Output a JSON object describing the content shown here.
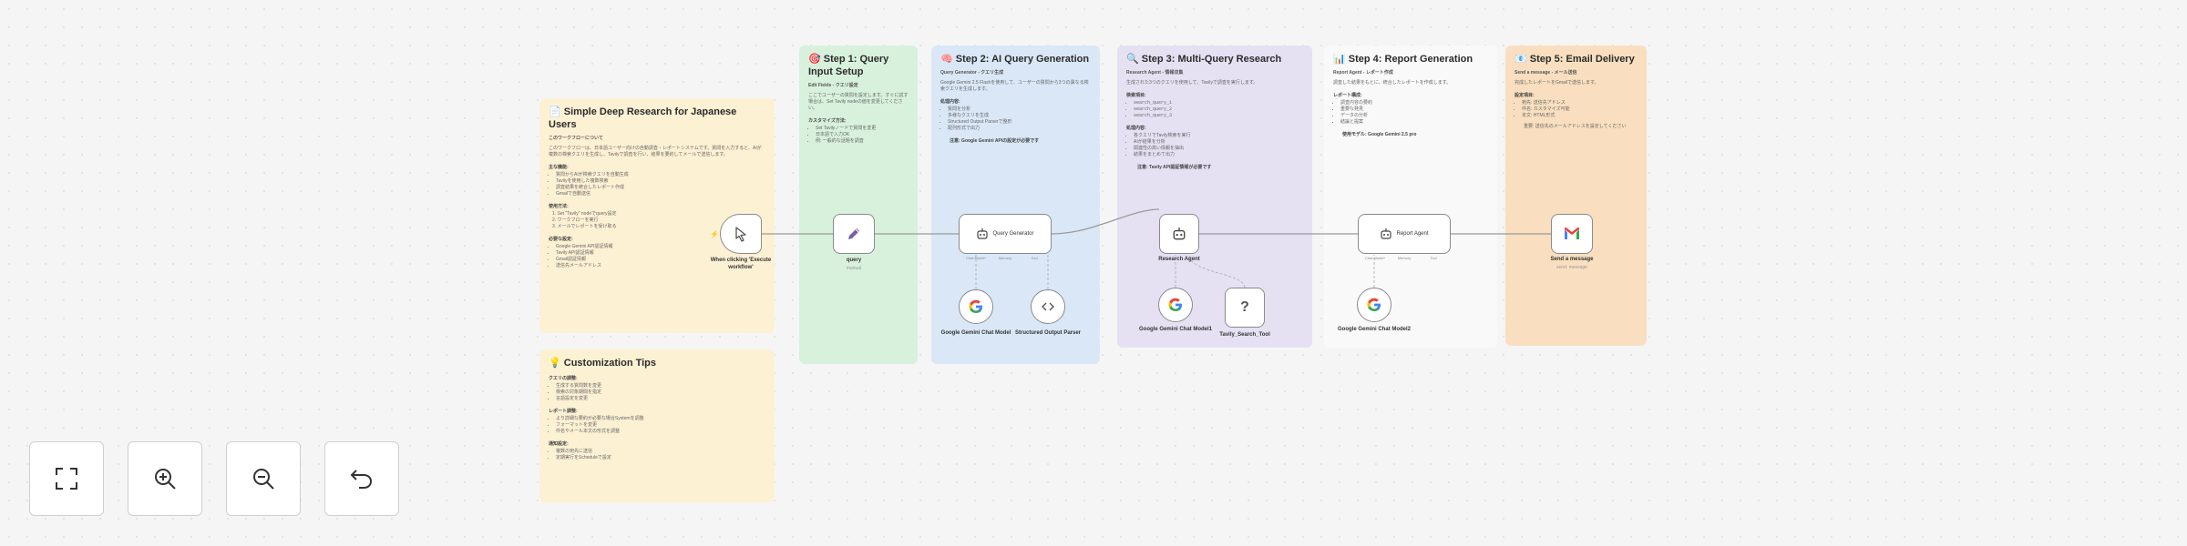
{
  "sticky_notes": {
    "main": {
      "emoji": "📄",
      "title": "Simple Deep Research for Japanese Users",
      "sub": "このワークフローについて",
      "body": "このワークフローは、日本語ユーザー向けの自動調査・レポートシステムです。質問を入力すると、AIが複数の検索クエリを生成し、Tavilyで調査を行い、結果を要約してメールで送信します。",
      "sec1": "主な機能:",
      "items1": [
        "質問からAIが検索クエリを自動生成",
        "Tavilyを使用した複数検索",
        "調査結果を統合したレポート作成",
        "Gmailで自動送信"
      ],
      "sec2": "使用方法:",
      "items2": [
        "1. Set \"Tavily\" nodeでquery設定",
        "2. ワークフローを実行",
        "3. メールでレポートを受け取る"
      ],
      "sec3": "必要な設定:",
      "items3": [
        "Google Gemini API認証情報",
        "Tavily API認証情報",
        "Gmail認証情報",
        "送信先メールアドレス"
      ]
    },
    "tips": {
      "emoji": "💡",
      "title": "Customization Tips",
      "sec1": "クエリの調整:",
      "items1": [
        "生成する質問数を変更",
        "検索の対象期間を指定",
        "言語設定を変更"
      ],
      "sec2": "レポート調整:",
      "items2": [
        "より詳細な要約が必要な場合Systemを調整",
        "フォーマットを変更",
        "件名やメール本文の形式を調整"
      ],
      "sec3": "通知設定:",
      "items3": [
        "複数の宛先に送信",
        "定期実行をScheduleで設定"
      ]
    },
    "step1": {
      "emoji": "🎯",
      "title": "Step 1: Query Input Setup",
      "sub": "Edit Fields - クエリ設定",
      "body": "ここでユーザーの質問を設定します。すぐに試す場合は、Set Tavily nodeの値を変更してください。",
      "sec1": "カスタマイズ方法:",
      "items1": [
        "Set Tavilyノードで質問を変更",
        "日本語で入力OK",
        "例: 一般的な話題を調査"
      ]
    },
    "step2": {
      "emoji": "🧠",
      "title": "Step 2: AI Query Generation",
      "sub": "Query Generator - クエリ生成",
      "body": "Google Gemini 2.5 Flashを使用して、ユーザーの質問から3つの異なる検索クエリを生成します。",
      "sec1": "処理内容:",
      "items1": [
        "質問を分析",
        "多様なクエリを生成",
        "Structured Output Parserで整形",
        "配列形式で出力"
      ],
      "note": "注意: Google Gemini APIの設定が必要です"
    },
    "step3": {
      "emoji": "🔍",
      "title": "Step 3: Multi-Query Research",
      "sub": "Research Agent - 情報収集",
      "body": "生成された3つのクエリを使用して、Tavilyで調査を実行します。",
      "sec1": "検索項目:",
      "items1": [
        "search_query_1",
        "search_query_2",
        "search_query_3"
      ],
      "sec2": "処理内容:",
      "items2": [
        "各クエリでTavily検索を実行",
        "AIが結果を分析",
        "関連性の高い情報を抽出",
        "結果をまとめて出力"
      ],
      "note": "注意: Tavily API認証情報が必要です"
    },
    "step4": {
      "emoji": "📊",
      "title": "Step 4: Report Generation",
      "sub": "Report Agent - レポート作成",
      "body": "調査した結果をもとに、統合したレポートを作成します。",
      "sec1": "レポート構成:",
      "items1": [
        "調査内容の要約",
        "重要な発見",
        "データの分析",
        "結論と提案"
      ],
      "note": "使用モデル: Google Gemini 2.5 pro"
    },
    "step5": {
      "emoji": "📧",
      "title": "Step 5: Email Delivery",
      "sub": "Send a message - メール送信",
      "body": "完成したレポートをGmailで送信します。",
      "sec1": "設定項目:",
      "items1": [
        "宛先: 送信先アドレス",
        "件名: カスタマイズ可能",
        "本文: HTML形式"
      ],
      "note": "重要: 送信先のメールアドレスを設定してください"
    }
  },
  "nodes": {
    "trigger": {
      "icon": "cursor-icon",
      "label": "When clicking 'Execute workflow'"
    },
    "query": {
      "icon": "pencil-icon",
      "label": "query",
      "sub": "manual"
    },
    "query_generator": {
      "icon": "robot-icon",
      "label": "Query Generator",
      "ports": [
        "Chat Model*",
        "Memory",
        "Tool"
      ]
    },
    "gemini1": {
      "icon": "google-icon",
      "label": "Google Gemini Chat Model"
    },
    "parser": {
      "icon": "code-icon",
      "label": "Structured Output Parser"
    },
    "research_agent": {
      "icon": "robot-icon",
      "label": "Research Agent"
    },
    "gemini2": {
      "icon": "google-icon",
      "label": "Google Gemini Chat Model1"
    },
    "tavily": {
      "icon": "question-icon",
      "label": "Tavily_Search_Tool",
      "glyph": "?"
    },
    "report_agent": {
      "icon": "robot-icon",
      "label": "Report Agent",
      "ports": [
        "Chat Model*",
        "Memory",
        "Tool"
      ]
    },
    "gemini3": {
      "icon": "google-icon",
      "label": "Google Gemini Chat Model2"
    },
    "gmail": {
      "icon": "gmail-icon",
      "label": "Send a message",
      "sub": "send: message"
    }
  },
  "controls": [
    {
      "name": "fit-view-button",
      "icon": "fit-view-icon"
    },
    {
      "name": "zoom-in-button",
      "icon": "zoom-in-icon"
    },
    {
      "name": "zoom-out-button",
      "icon": "zoom-out-icon"
    },
    {
      "name": "reset-zoom-button",
      "icon": "undo-icon"
    }
  ],
  "colors": {
    "yellow_note": "#fdf1d4",
    "green_note": "#d8f1dc",
    "blue_note": "#d9e7f7",
    "purple_note": "#e5e1f3",
    "orange_note": "#f9dfbf",
    "edge": "#9a9a9a",
    "trigger_bolt": "#ff6d5a"
  }
}
